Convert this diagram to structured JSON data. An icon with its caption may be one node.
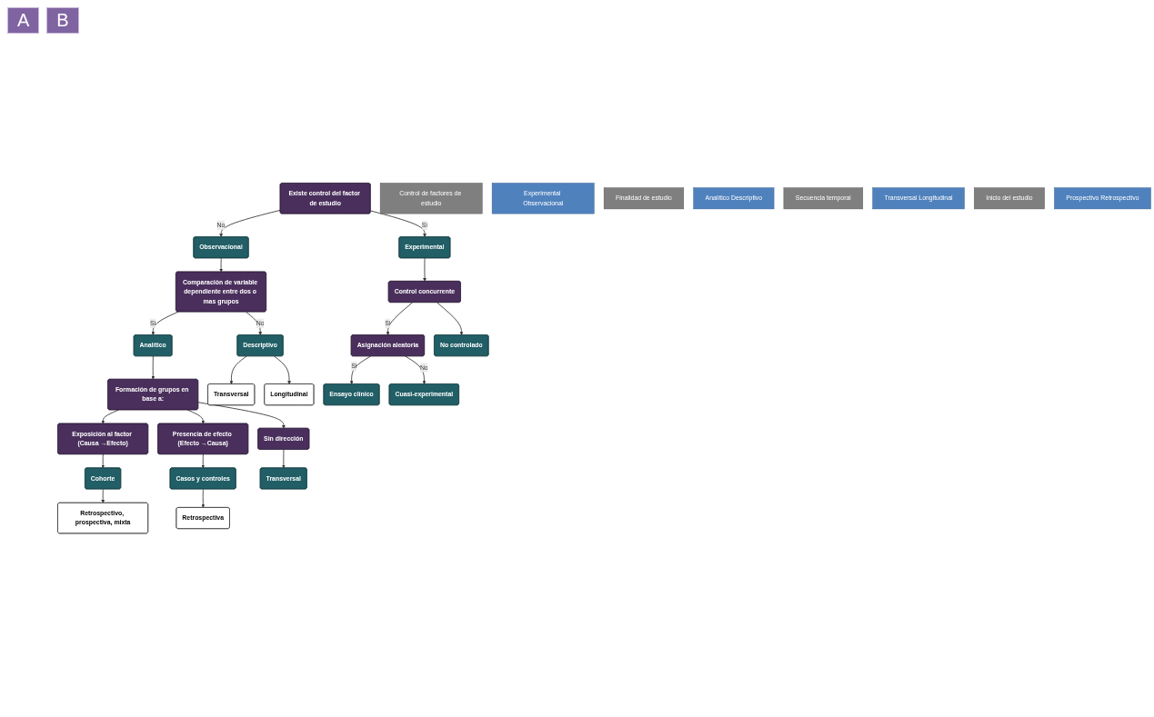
{
  "diagram": {
    "nodes": [
      {
        "text": [
          "Existe control del factor de estudio"
        ]
      },
      {
        "text": [
          "Observacional"
        ]
      },
      {
        "text": [
          "Experimental"
        ]
      },
      {
        "text": [
          "Comparación de variable dependiente entre dos o mas grupos"
        ]
      },
      {
        "text": [
          "Control concurrente"
        ]
      },
      {
        "text": [
          "Analítico"
        ]
      },
      {
        "text": [
          "Descriptivo"
        ]
      },
      {
        "text": [
          "Asignación aleatoria"
        ]
      },
      {
        "text": [
          "No controlado"
        ]
      },
      {
        "text": [
          "Formación de grupos en base a:"
        ]
      },
      {
        "text": [
          "Transversal"
        ]
      },
      {
        "text": [
          "Longitudinal"
        ]
      },
      {
        "text": [
          "Ensayo clínico"
        ]
      },
      {
        "text": [
          "Cuasi-experimental"
        ]
      },
      {
        "text": [
          "Exposición al factor (Causa →Efecto)"
        ]
      },
      {
        "text": [
          "Presencia de efecto (Efecto →Causa)"
        ]
      },
      {
        "text": [
          "Sin dirección"
        ]
      },
      {
        "text": [
          "Cohorte"
        ]
      },
      {
        "text": [
          "Casos y controles"
        ]
      },
      {
        "text": [
          "Transversal"
        ]
      },
      {
        "text": [
          "Retrospectivo, prospectiva, mixta"
        ]
      },
      {
        "text": [
          "Retrospectiva"
        ]
      },
      {
        "text": [
          "Control de factores de estudio"
        ]
      },
      {
        "text": [
          "Experimental Observacional"
        ]
      },
      {
        "text": [
          "Finalidad de estudio"
        ]
      },
      {
        "text": [
          "Analítico Descriptivo"
        ]
      },
      {
        "text": [
          "Secuencia temporal"
        ]
      },
      {
        "text": [
          "Transversal Longitudinal"
        ]
      },
      {
        "text": [
          "Inicio del estudio"
        ]
      },
      {
        "text": [
          "Prospectivo Retrospectivo"
        ]
      }
    ],
    "edges": [
      {
        "from": 0,
        "to": 1,
        "arrow": "to",
        "label": "No"
      },
      {
        "from": 0,
        "to": 2,
        "arrow": "to",
        "label": "Si"
      },
      {
        "from": 1,
        "to": 3,
        "arrow": "to"
      },
      {
        "from": 2,
        "to": 4,
        "arrow": "to"
      },
      {
        "from": 3,
        "to": 5,
        "arrow": "to",
        "label": "Si"
      },
      {
        "from": 3,
        "to": 6,
        "arrow": "to",
        "label": "No"
      },
      {
        "from": 4,
        "to": 7,
        "arrow": "to",
        "label": "Si"
      },
      {
        "from": 4,
        "to": 8,
        "arrow": "to"
      },
      {
        "from": 5,
        "to": 9,
        "arrow": "to"
      },
      {
        "from": 6,
        "to": 10,
        "arrow": "to"
      },
      {
        "from": 6,
        "to": 11,
        "arrow": "to"
      },
      {
        "from": 7,
        "to": 12,
        "arrow": "to",
        "label": "Si"
      },
      {
        "from": 7,
        "to": 13,
        "arrow": "to",
        "label": "No"
      },
      {
        "from": 9,
        "to": 14,
        "arrow": "to"
      },
      {
        "from": 9,
        "to": 15,
        "arrow": "to"
      },
      {
        "from": 9,
        "to": 16,
        "arrow": "to"
      },
      {
        "from": 14,
        "to": 17,
        "arrow": "to"
      },
      {
        "from": 15,
        "to": 18,
        "arrow": "to"
      },
      {
        "from": 16,
        "to": 19,
        "arrow": "to"
      },
      {
        "from": 17,
        "to": 20,
        "arrow": "to"
      },
      {
        "from": 18,
        "to": 21,
        "arrow": "to"
      }
    ],
    "labels": [
      "A",
      "B"
    ]
  }
}
